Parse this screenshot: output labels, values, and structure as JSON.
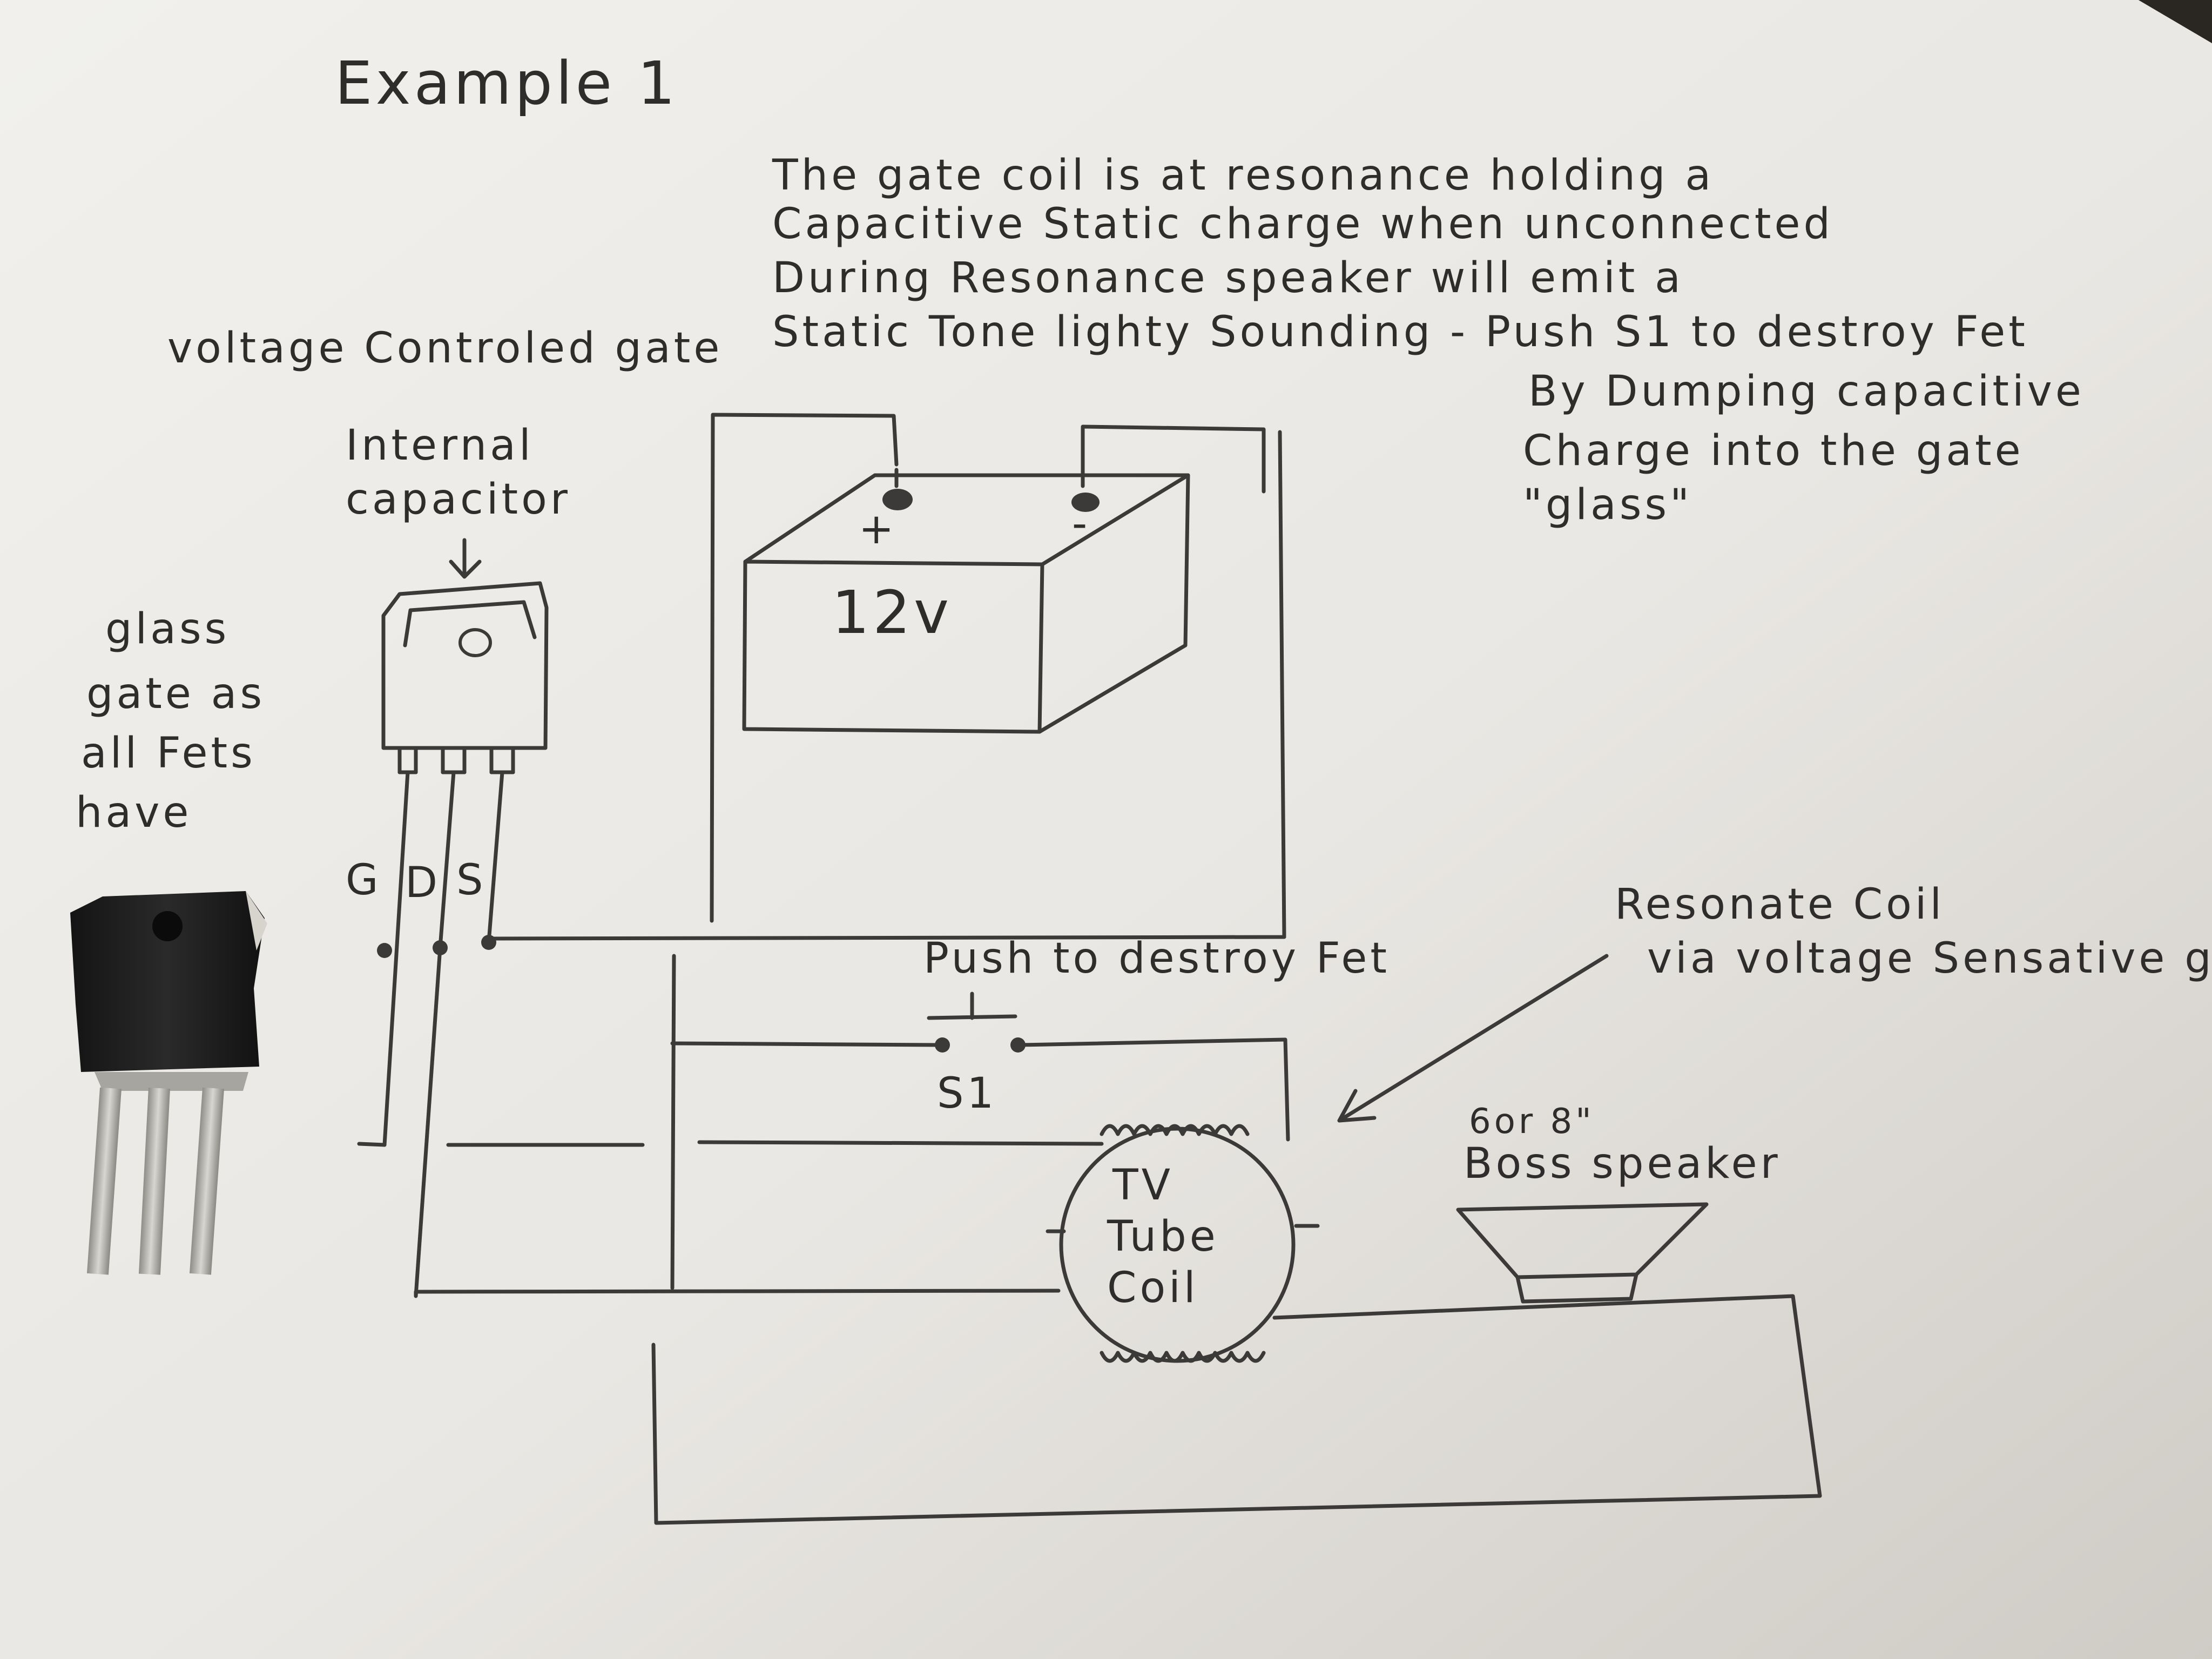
{
  "title": "Example 1",
  "note": {
    "lines": [
      "The gate coil is at resonance holding a",
      "Capacitive Static charge when unconnected",
      "During Resonance speaker will emit a",
      "Static Tone lighty Sounding - Push S1 to destroy Fet",
      "By Dumping capacitive",
      "Charge into the gate",
      "\"glass\""
    ]
  },
  "labels": {
    "voltage_gate": "voltage Controled gate",
    "internal_cap_1": "Internal",
    "internal_cap_2": "capacitor",
    "glass_1": "glass",
    "glass_2": "gate as",
    "glass_3": "all Fets",
    "glass_4": "have",
    "pin_g": "G",
    "pin_d": "D",
    "pin_s": "S",
    "battery": "12v",
    "battery_plus": "+",
    "battery_minus": "-",
    "push": "Push to destroy Fet",
    "switch": "S1",
    "resonate_1": "Resonate Coil",
    "resonate_2": "via voltage Sensative gate",
    "coil_1": "TV",
    "coil_2": "Tube",
    "coil_3": "Coil",
    "speaker_1": "6or 8\"",
    "speaker_2": "Boss speaker"
  },
  "colors": {
    "paper": "#eceae6",
    "ink": "#2e2d2b",
    "pencil": "#3b3a38",
    "transistor_body": "#1c1c1c",
    "transistor_leads": "#b8b6b0"
  }
}
